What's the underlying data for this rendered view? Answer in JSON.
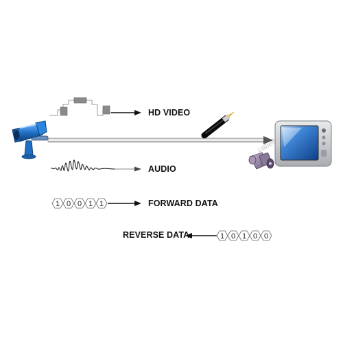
{
  "labels": {
    "hd_video": "HD VIDEO",
    "audio": "AUDIO",
    "forward_data": "FORWARD DATA",
    "reverse_data": "REVERSE DATA"
  },
  "forward_bits": [
    "1",
    "0",
    "0",
    "1",
    "1"
  ],
  "reverse_bits": [
    "1",
    "0",
    "1",
    "0",
    "0"
  ],
  "watermark": "cabellus.com.vn",
  "icons": {
    "source": "cctv-camera-icon",
    "sink": "monitor-icon",
    "cable": "coaxial-cable-icon",
    "connector": "bnc-connector-icon"
  },
  "colors": {
    "camera_blue": "#1f6fc4",
    "monitor_frame": "#c9ccd0",
    "screen_blue": "#1b5db0",
    "line": "#111111",
    "link_line": "#9a9a9a"
  }
}
